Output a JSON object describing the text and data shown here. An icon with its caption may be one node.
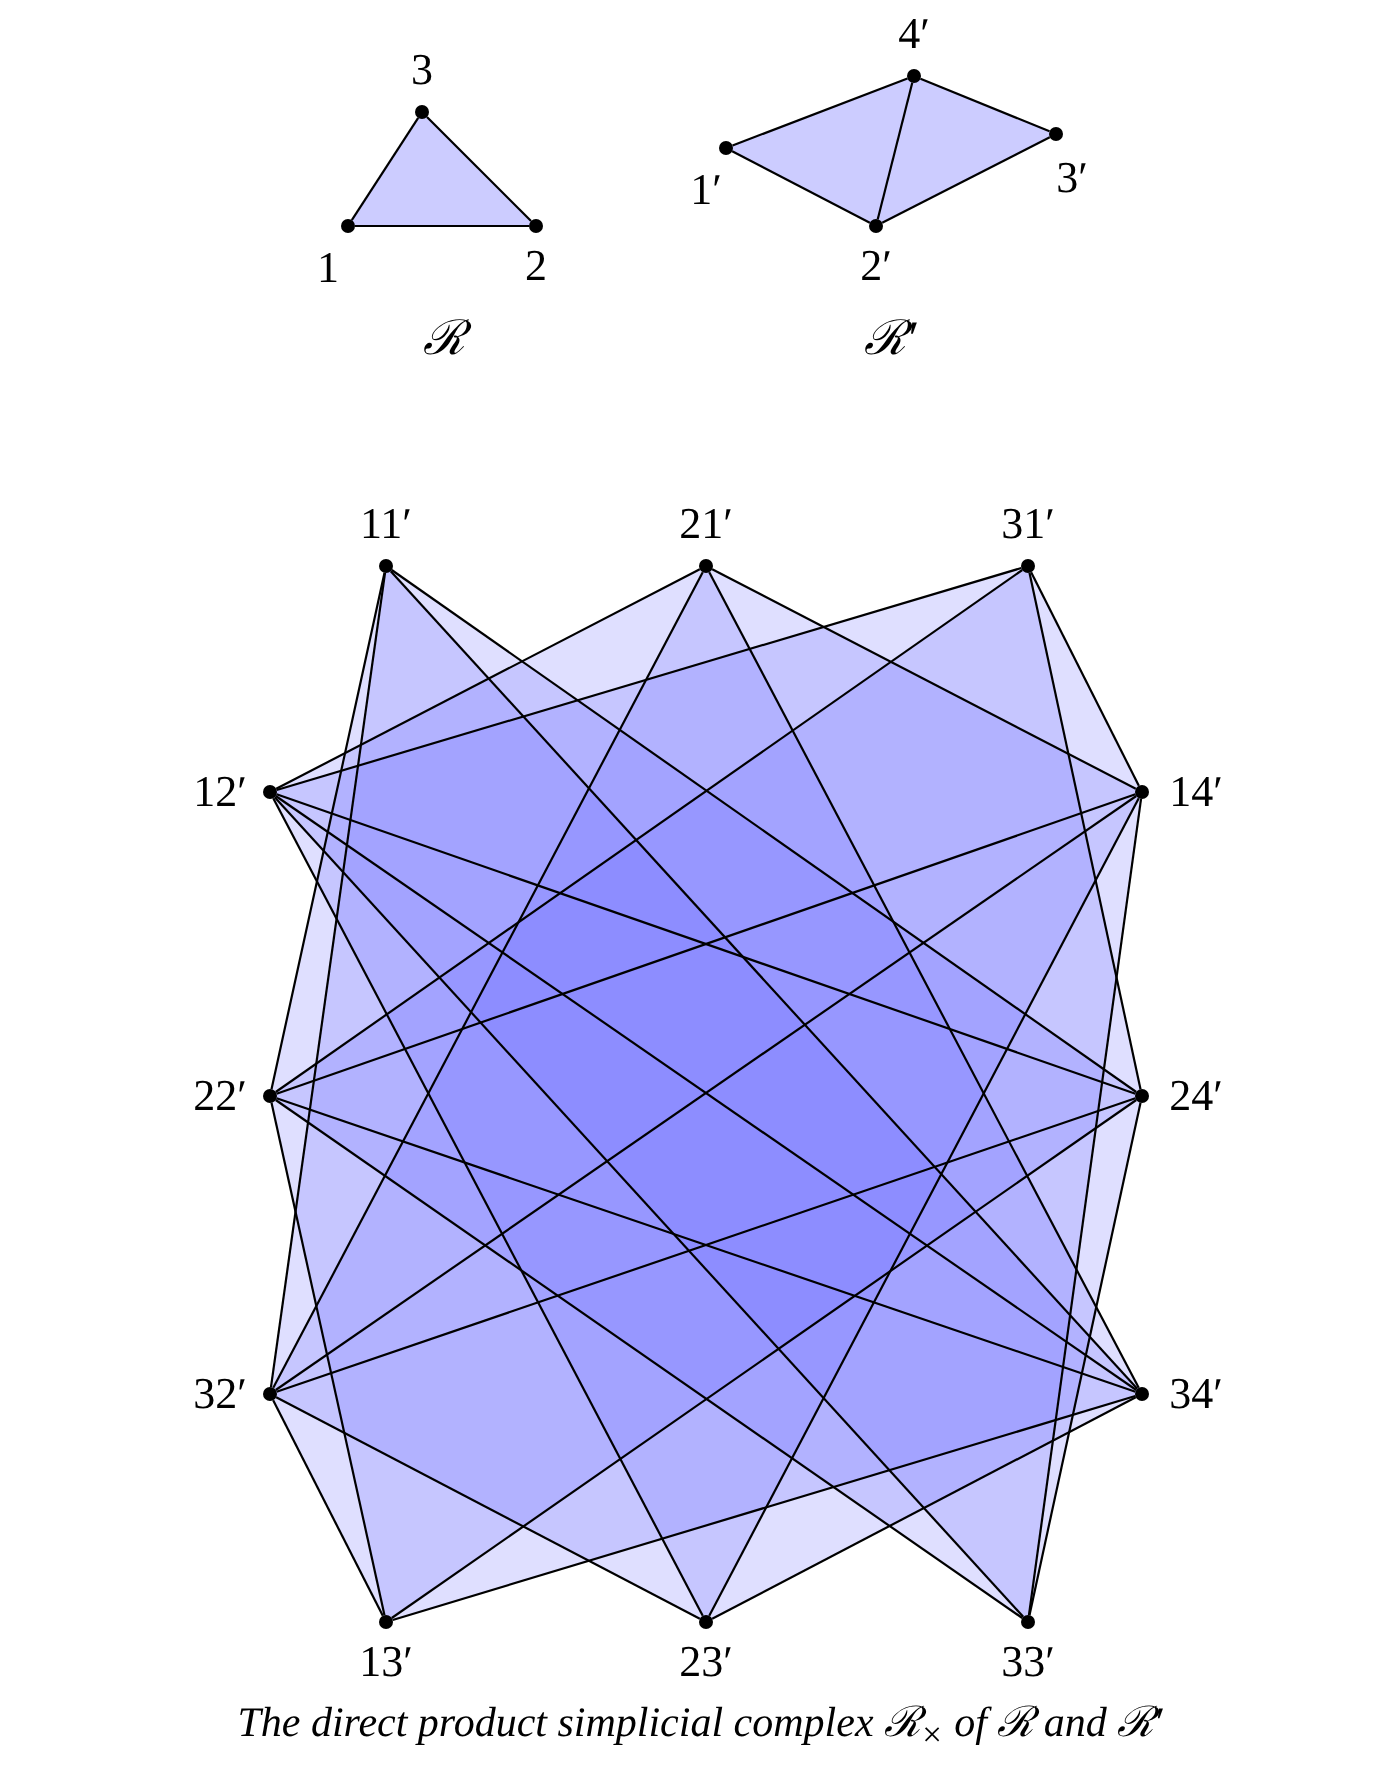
{
  "diagram": {
    "caption": "The direct product simplicial complex ℛ$_{×}$ of ℛ and ℛ′",
    "nodes": [
      {
        "text": [],
        "shape": "circle",
        "beside": [
          "1"
        ]
      },
      {
        "text": [],
        "shape": "circle",
        "beside": [
          "2"
        ]
      },
      {
        "text": [],
        "shape": "circle",
        "beside": [
          "3"
        ]
      },
      {
        "text": [],
        "shape": "circle",
        "beside": [
          "1′"
        ]
      },
      {
        "text": [],
        "shape": "circle",
        "beside": [
          "2′"
        ]
      },
      {
        "text": [],
        "shape": "circle",
        "beside": [
          "3′"
        ]
      },
      {
        "text": [],
        "shape": "circle",
        "beside": [
          "4′"
        ]
      },
      {
        "text": [],
        "shape": "circle",
        "beside": [
          "11′"
        ]
      },
      {
        "text": [],
        "shape": "circle",
        "beside": [
          "21′"
        ]
      },
      {
        "text": [],
        "shape": "circle",
        "beside": [
          "31′"
        ]
      },
      {
        "text": [],
        "shape": "circle",
        "beside": [
          "12′"
        ]
      },
      {
        "text": [],
        "shape": "circle",
        "beside": [
          "14′"
        ]
      },
      {
        "text": [],
        "shape": "circle",
        "beside": [
          "22′"
        ]
      },
      {
        "text": [],
        "shape": "circle",
        "beside": [
          "24′"
        ]
      },
      {
        "text": [],
        "shape": "circle",
        "beside": [
          "32′"
        ]
      },
      {
        "text": [],
        "shape": "circle",
        "beside": [
          "34′"
        ]
      },
      {
        "text": [],
        "shape": "circle",
        "beside": [
          "13′"
        ]
      },
      {
        "text": [],
        "shape": "circle",
        "beside": [
          "23′"
        ]
      },
      {
        "text": [],
        "shape": "circle",
        "beside": [
          "33′"
        ]
      }
    ],
    "edges": [
      {
        "from": 0,
        "to": 1,
        "arrow": "none"
      },
      {
        "from": 1,
        "to": 2,
        "arrow": "none"
      },
      {
        "from": 0,
        "to": 2,
        "arrow": "none"
      },
      {
        "from": 3,
        "to": 4,
        "arrow": "none"
      },
      {
        "from": 3,
        "to": 6,
        "arrow": "none"
      },
      {
        "from": 4,
        "to": 6,
        "arrow": "none"
      },
      {
        "from": 4,
        "to": 5,
        "arrow": "none"
      },
      {
        "from": 5,
        "to": 6,
        "arrow": "none"
      },
      {
        "from": 7,
        "to": 12,
        "arrow": "none"
      },
      {
        "from": 7,
        "to": 14,
        "arrow": "none"
      },
      {
        "from": 8,
        "to": 10,
        "arrow": "none"
      },
      {
        "from": 8,
        "to": 14,
        "arrow": "none"
      },
      {
        "from": 9,
        "to": 10,
        "arrow": "none"
      },
      {
        "from": 9,
        "to": 12,
        "arrow": "none"
      },
      {
        "from": 7,
        "to": 13,
        "arrow": "none"
      },
      {
        "from": 7,
        "to": 15,
        "arrow": "none"
      },
      {
        "from": 8,
        "to": 11,
        "arrow": "none"
      },
      {
        "from": 8,
        "to": 15,
        "arrow": "none"
      },
      {
        "from": 9,
        "to": 11,
        "arrow": "none"
      },
      {
        "from": 9,
        "to": 13,
        "arrow": "none"
      },
      {
        "from": 10,
        "to": 13,
        "arrow": "none"
      },
      {
        "from": 10,
        "to": 15,
        "arrow": "none"
      },
      {
        "from": 12,
        "to": 11,
        "arrow": "none"
      },
      {
        "from": 12,
        "to": 15,
        "arrow": "none"
      },
      {
        "from": 14,
        "to": 11,
        "arrow": "none"
      },
      {
        "from": 14,
        "to": 13,
        "arrow": "none"
      },
      {
        "from": 10,
        "to": 17,
        "arrow": "none"
      },
      {
        "from": 10,
        "to": 18,
        "arrow": "none"
      },
      {
        "from": 12,
        "to": 16,
        "arrow": "none"
      },
      {
        "from": 12,
        "to": 18,
        "arrow": "none"
      },
      {
        "from": 14,
        "to": 16,
        "arrow": "none"
      },
      {
        "from": 14,
        "to": 17,
        "arrow": "none"
      },
      {
        "from": 16,
        "to": 13,
        "arrow": "none"
      },
      {
        "from": 16,
        "to": 15,
        "arrow": "none"
      },
      {
        "from": 17,
        "to": 11,
        "arrow": "none"
      },
      {
        "from": 17,
        "to": 15,
        "arrow": "none"
      },
      {
        "from": 18,
        "to": 11,
        "arrow": "none"
      },
      {
        "from": 18,
        "to": 13,
        "arrow": "none"
      }
    ],
    "labels": [
      "ℛ",
      "ℛ′"
    ]
  }
}
